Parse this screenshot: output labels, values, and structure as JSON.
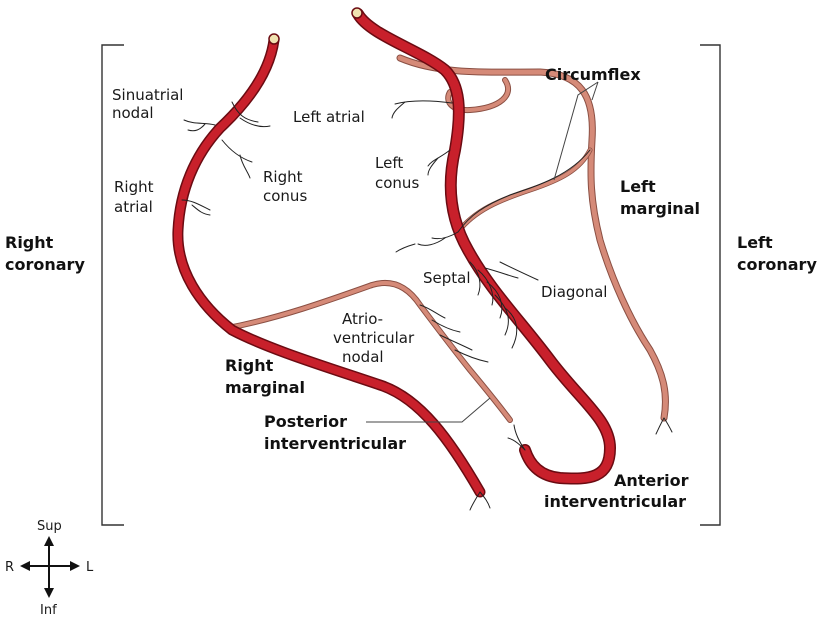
{
  "labels": {
    "sinuatrial": [
      "Sinuatrial",
      "nodal"
    ],
    "left_atrial": "Left atrial",
    "right_conus": [
      "Right",
      "conus"
    ],
    "right_atrial": [
      "Right",
      "atrial"
    ],
    "left_conus": [
      "Left",
      "conus"
    ],
    "circumflex": "Circumflex",
    "left_marginal": [
      "Left",
      "marginal"
    ],
    "right_coronary": [
      "Right",
      "coronary"
    ],
    "left_coronary": [
      "Left",
      "coronary"
    ],
    "septal": "Septal",
    "diagonal": "Diagonal",
    "atrioventricular": [
      "Atrio-",
      "ventricular",
      "nodal"
    ],
    "right_marginal": [
      "Right",
      "marginal"
    ],
    "posterior_iv": [
      "Posterior",
      "interventricular"
    ],
    "anterior_iv": [
      "Anterior",
      "interventricular"
    ]
  },
  "orientation": {
    "sup": "Sup",
    "inf": "Inf",
    "r": "R",
    "l": "L"
  },
  "colors": {
    "artery_main": "#c8202b",
    "artery_outline": "#6b0b12",
    "artery_pale": "#d58a78"
  }
}
